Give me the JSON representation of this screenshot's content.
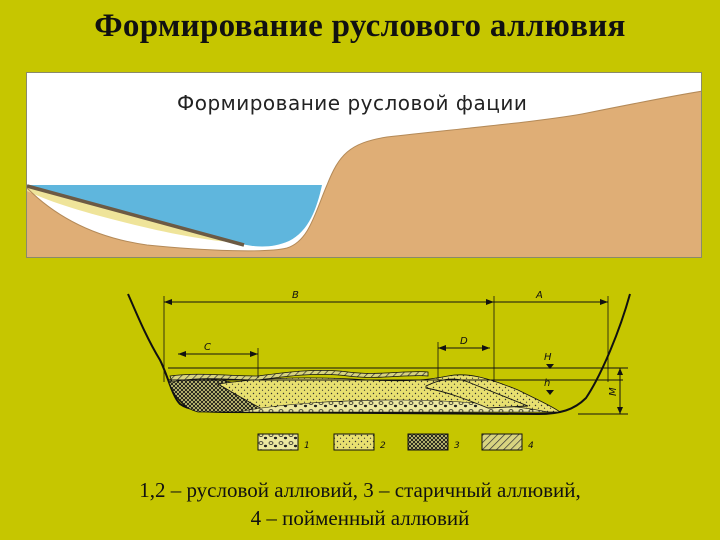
{
  "title": "Формирование руслового аллювия",
  "top_panel": {
    "title": "Формирование русловой фации",
    "colors": {
      "water": "#5fb6dd",
      "land": "#dfae76",
      "sand": "#efe49a",
      "sky": "#ffffff"
    }
  },
  "bottom_panel": {
    "labels": {
      "B": "B",
      "A": "A",
      "C": "C",
      "D": "D",
      "H": "H",
      "h": "h",
      "M": "M"
    },
    "legend": [
      {
        "num": "1",
        "pattern": "pebbles"
      },
      {
        "num": "2",
        "pattern": "sand"
      },
      {
        "num": "3",
        "pattern": "crosshatch"
      },
      {
        "num": "4",
        "pattern": "hatch"
      }
    ]
  },
  "caption": {
    "line1": "1,2 – русловой аллювий, 3 – старичный аллювий,",
    "line2": "4 – пойменный аллювий"
  }
}
